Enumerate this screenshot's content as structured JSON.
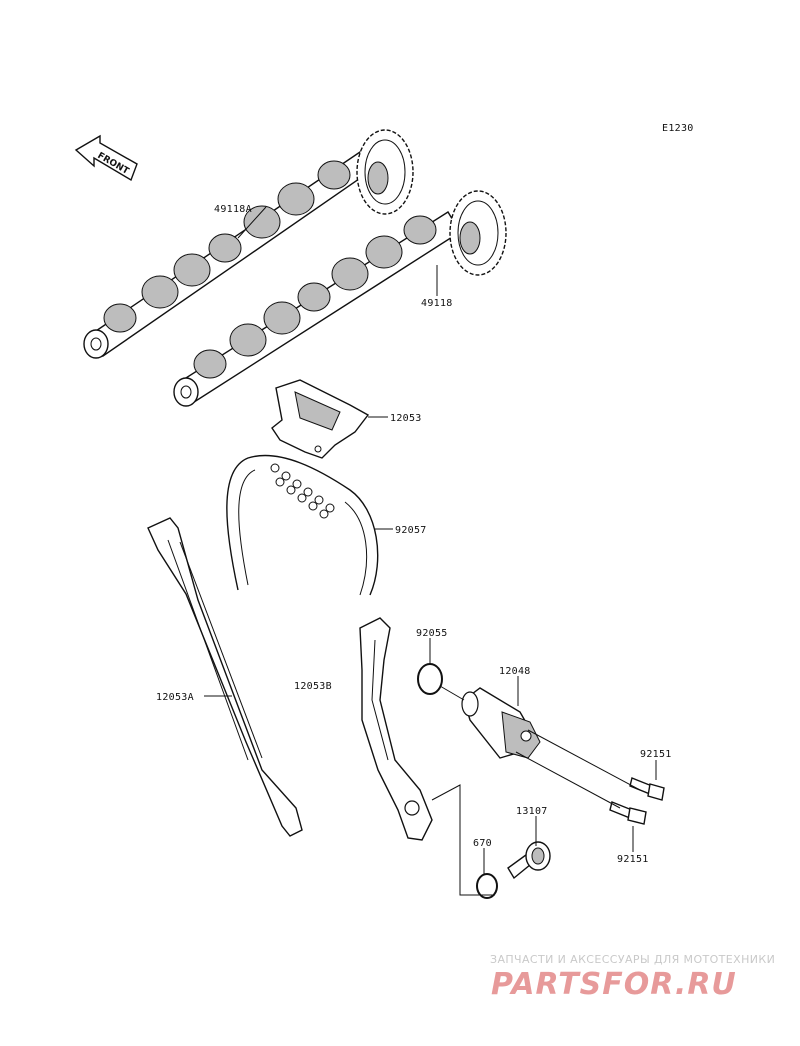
{
  "diagram_code": "E1230",
  "front_arrow_text": "FRONT",
  "parts": {
    "p49118A": "49118A",
    "p49118": "49118",
    "p12053": "12053",
    "p92057": "92057",
    "p12053A": "12053A",
    "p12053B": "12053B",
    "p92055": "92055",
    "p12048": "12048",
    "p92151_top": "92151",
    "p92151_bottom": "92151",
    "p13107": "13107",
    "p670": "670"
  },
  "watermark": {
    "tagline": "ЗАПЧАСТИ И АКСЕССУАРЫ ДЛЯ МОТОТЕХНИКИ",
    "brand": "PARTSFOR.RU"
  }
}
